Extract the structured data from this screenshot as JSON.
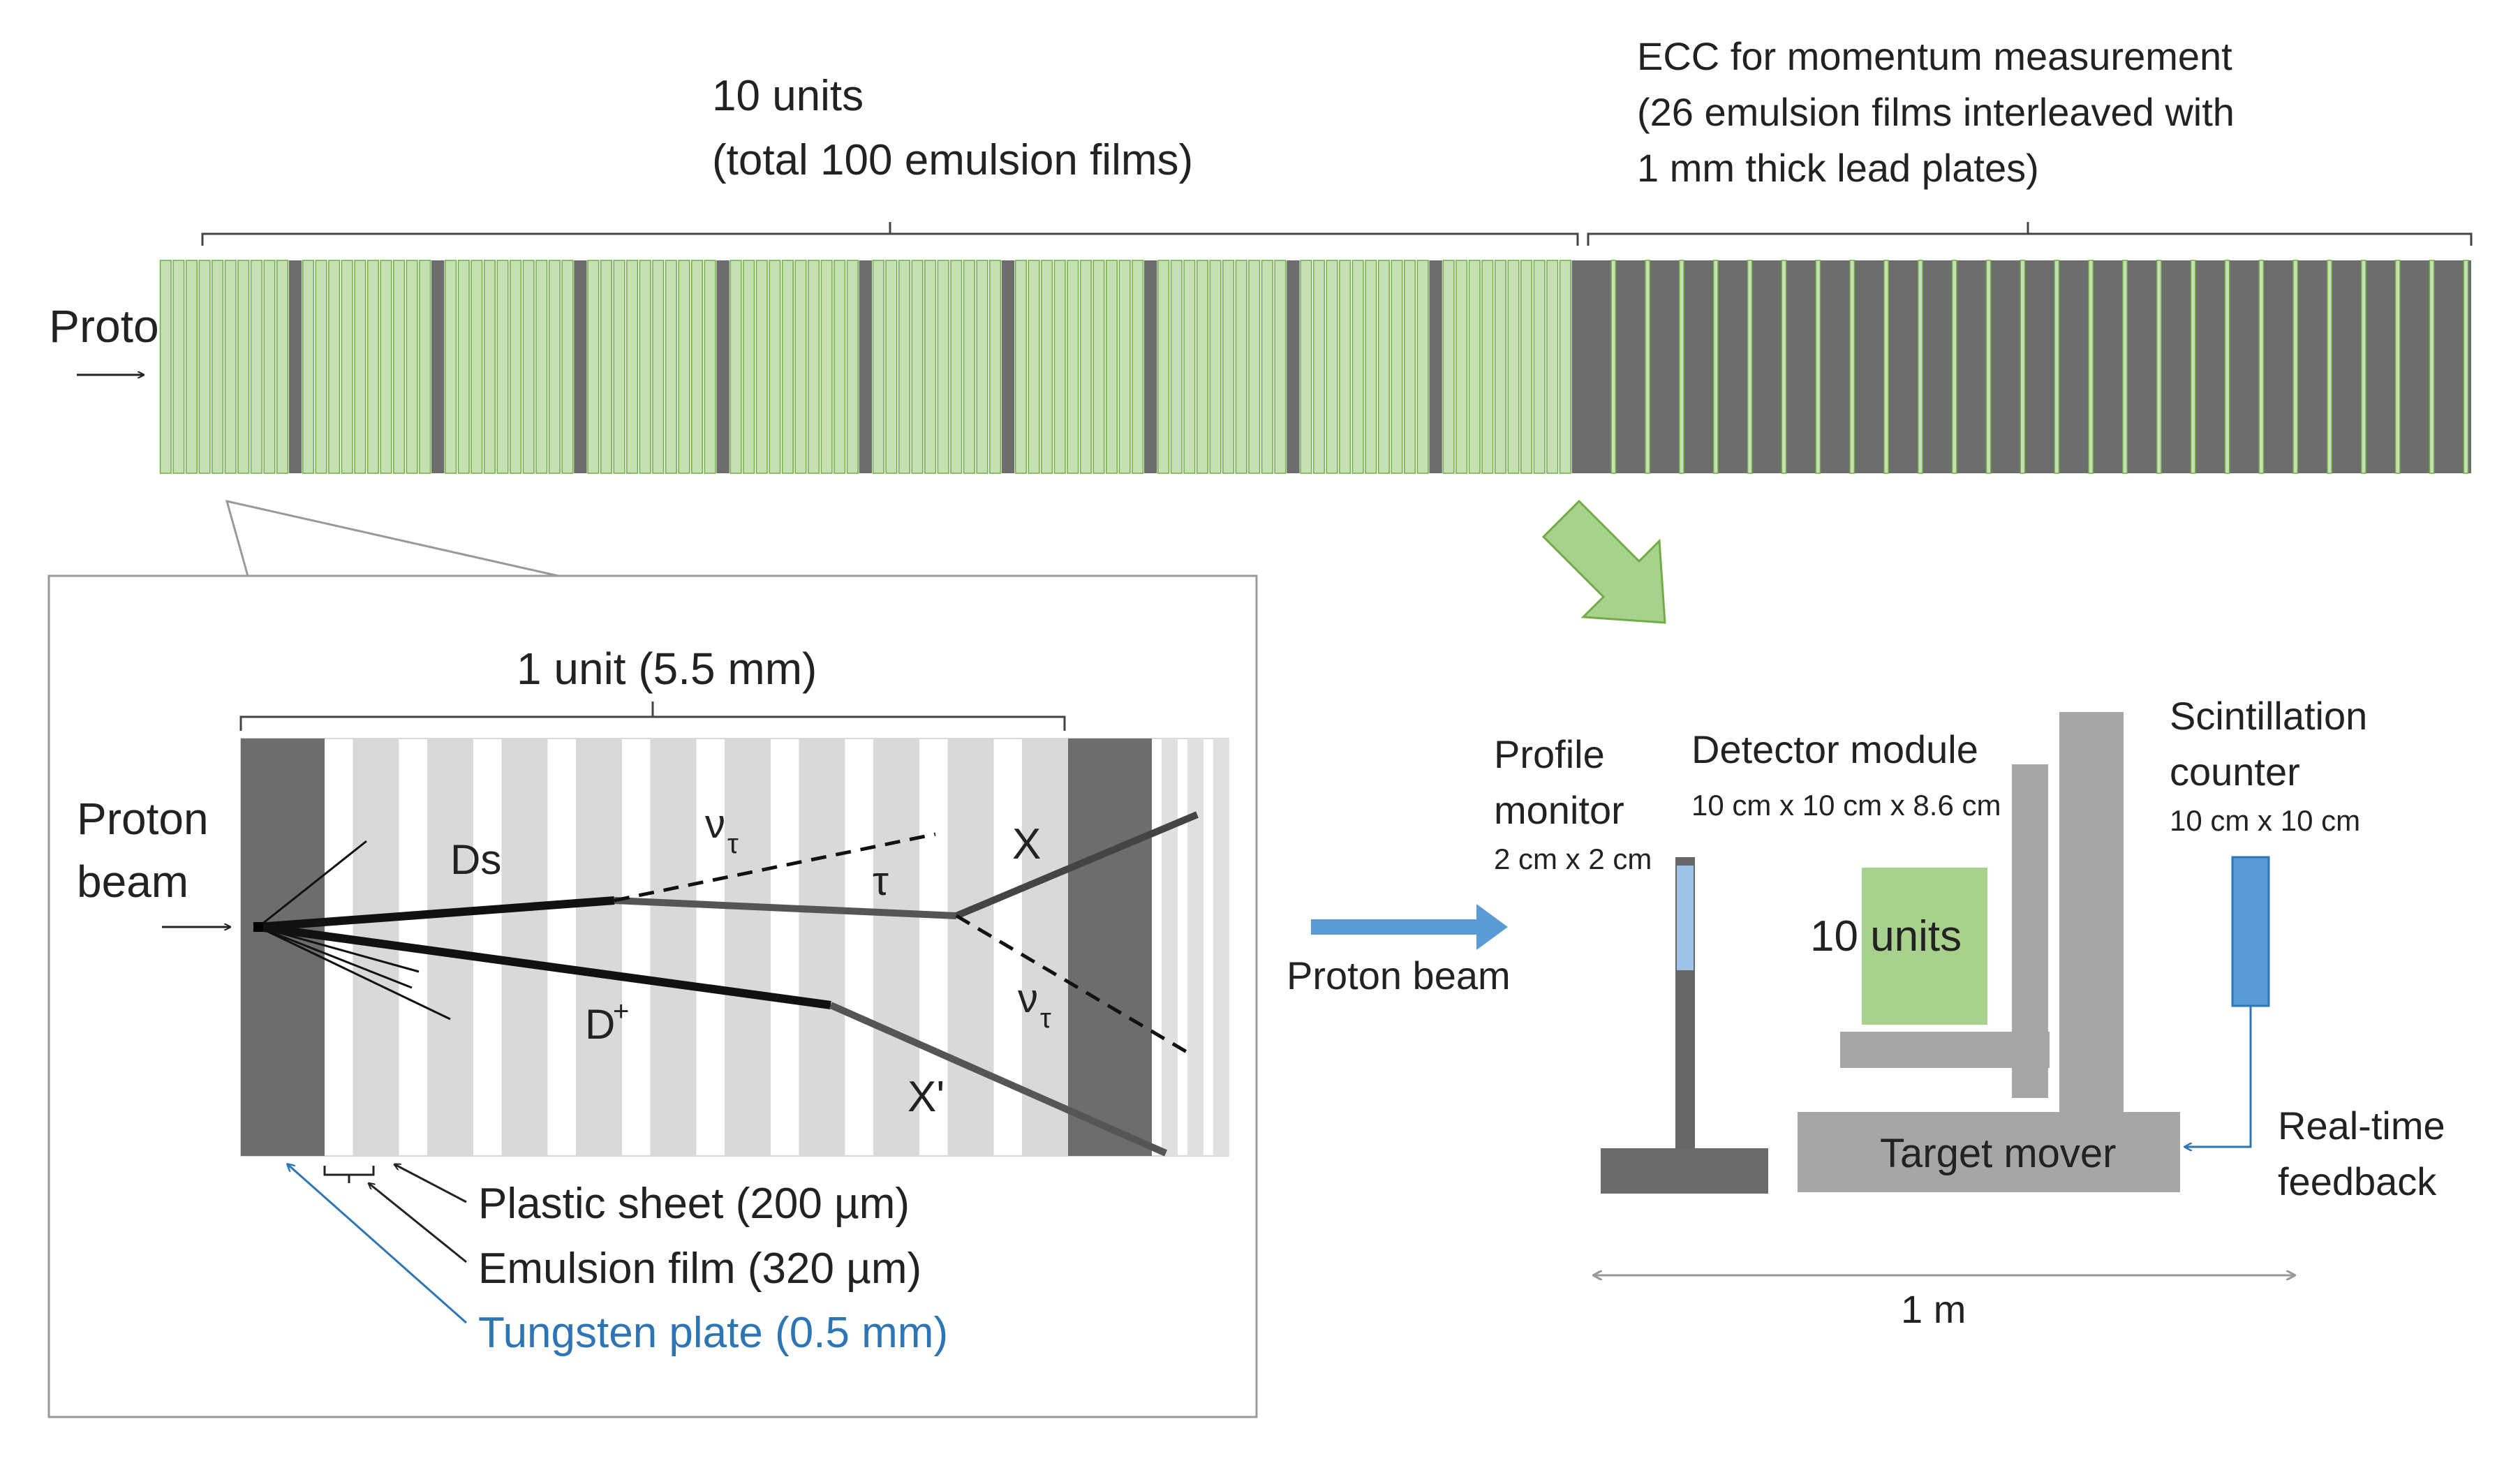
{
  "top_strip": {
    "proton_label": "Proton",
    "units_label_line1": "10 units",
    "units_label_line2": "(total 100 emulsion films)",
    "ecc_label_line1": "ECC for momentum measurement",
    "ecc_label_line2": "(26 emulsion films interleaved with",
    "ecc_label_line3": "1 mm thick lead plates)"
  },
  "unit_detail": {
    "title": "1 unit (5.5 mm)",
    "beam_label_line1": "Proton",
    "beam_label_line2": "beam",
    "track_ds": "Ds",
    "track_dplus": "D",
    "dplus_sup": "+",
    "nu": "ν",
    "tau_sub": "τ",
    "tau": "τ",
    "x_label": "X",
    "xprime_label": "X'",
    "plastic_sheet": "Plastic sheet (200 µm)",
    "emulsion_film": "Emulsion film (320 µm)",
    "tungsten_plate": "Tungsten plate (0.5 mm)"
  },
  "setup": {
    "proton_beam": "Proton beam",
    "profile_monitor_line1": "Profile",
    "profile_monitor_line2": "monitor",
    "profile_monitor_size": "2 cm x 2 cm",
    "detector_module": "Detector module",
    "detector_module_size": "10 cm x 10 cm x 8.6 cm",
    "units_box": "10 units",
    "scint_line1": "Scintillation",
    "scint_line2": "counter",
    "scint_size": "10 cm x 10 cm",
    "target_mover": "Target mover",
    "feedback_line1": "Real-time",
    "feedback_line2": "feedback",
    "scale": "1 m"
  },
  "colors": {
    "emulsion_green": "#c6e0b4",
    "emulsion_edge": "#70ad47",
    "plate_gray": "#6d6d6d",
    "light_gray": "#e8e8e8",
    "arrow_blue": "#5b9bd5",
    "label_blue": "#2e75b6"
  }
}
